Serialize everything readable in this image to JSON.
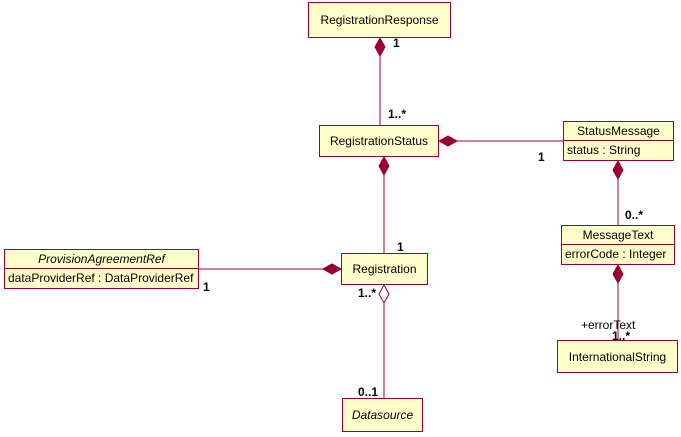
{
  "colors": {
    "line": "#990033",
    "fill": "#ffffcc"
  },
  "classes": {
    "registration_response": {
      "name": "RegistrationResponse"
    },
    "registration_status": {
      "name": "RegistrationStatus"
    },
    "status_message": {
      "name": "StatusMessage",
      "attribute": "status : String"
    },
    "message_text": {
      "name": "MessageText",
      "attribute": "errorCode : Integer"
    },
    "international_string": {
      "name": "InternationalString"
    },
    "registration": {
      "name": "Registration"
    },
    "provision_agreement_ref": {
      "name": "ProvisionAgreementRef",
      "attribute": "dataProviderRef : DataProviderRef"
    },
    "datasource": {
      "name": "Datasource"
    }
  },
  "multiplicities": {
    "response_to_status_near_response": "1",
    "response_to_status_near_status": "1..*",
    "status_to_message_near_message": "1",
    "status_to_registration_near_registration": "1",
    "message_to_text_near_text": "0..*",
    "text_to_string_near_string": "1..*",
    "pa_to_registration_near_pa": "1",
    "registration_to_datasource_near_registration": "1..*",
    "registration_to_datasource_near_datasource": "0..1"
  },
  "roles": {
    "error_text": "+errorText"
  }
}
